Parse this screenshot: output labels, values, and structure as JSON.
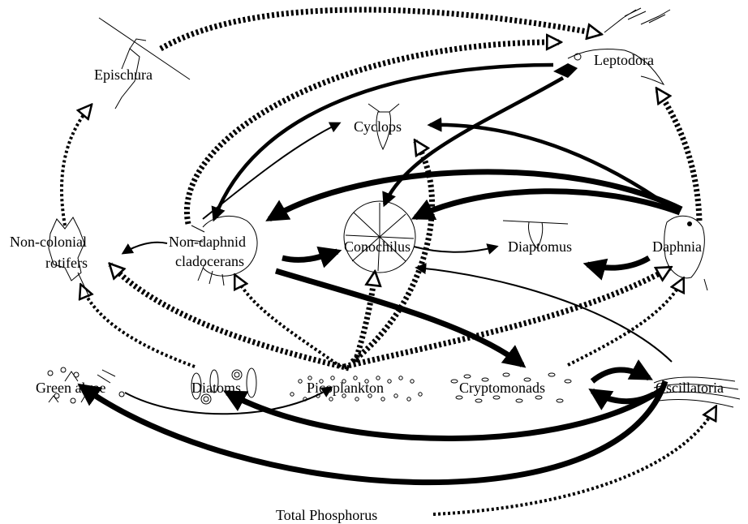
{
  "diagram": {
    "nodes": [
      {
        "id": "epischura",
        "label": "Epischura"
      },
      {
        "id": "leptodora",
        "label": "Leptodora"
      },
      {
        "id": "cyclops",
        "label": "Cyclops"
      },
      {
        "id": "non_colonial_rotifers",
        "label_line1": "Non-colonial",
        "label_line2": "rotifers"
      },
      {
        "id": "non_daphnid_cladocerans",
        "label_line1": "Non-daphnid",
        "label_line2": "cladocerans"
      },
      {
        "id": "conochilus",
        "label": "Conochilus"
      },
      {
        "id": "diaptomus",
        "label": "Diaptomus"
      },
      {
        "id": "daphnia",
        "label": "Daphnia"
      },
      {
        "id": "green_algae",
        "label": "Green algae"
      },
      {
        "id": "diatoms",
        "label": "Diatoms"
      },
      {
        "id": "picoplankton",
        "label": "Picoplankton"
      },
      {
        "id": "cryptomonads",
        "label": "Cryptomonads"
      },
      {
        "id": "oscillatoria",
        "label": "Oscillatoria"
      },
      {
        "id": "total_phosphorus",
        "label": "Total Phosphorus"
      }
    ],
    "edges": [
      {
        "from": "epischura",
        "to": "leptodora",
        "style": "dashed-thick",
        "head": "open"
      },
      {
        "from": "non_daphnid_cladocerans",
        "to": "leptodora",
        "style": "dashed-thick",
        "head": "open"
      },
      {
        "from": "non_colonial_rotifers",
        "to": "epischura",
        "style": "dashed",
        "head": "open"
      },
      {
        "from": "leptodora",
        "to": "non_daphnid_cladocerans",
        "style": "solid-thick",
        "head": "filled"
      },
      {
        "from": "leptodora",
        "to": "conochilus",
        "style": "solid-thick",
        "head": "filled"
      },
      {
        "from": "non_daphnid_cladocerans",
        "to": "cyclops",
        "style": "solid",
        "head": "filled"
      },
      {
        "from": "daphnia",
        "to": "cyclops",
        "style": "solid-thick",
        "head": "filled"
      },
      {
        "from": "daphnia",
        "to": "leptodora",
        "style": "dashed-thick",
        "head": "open"
      },
      {
        "from": "daphnia",
        "to": "non_daphnid_cladocerans",
        "style": "solid-heavy",
        "head": "filled"
      },
      {
        "from": "daphnia",
        "to": "conochilus",
        "style": "solid-heavy",
        "head": "filled"
      },
      {
        "from": "daphnia",
        "to": "diaptomus",
        "style": "solid-heavy",
        "head": "filled"
      },
      {
        "from": "non_daphnid_cladocerans",
        "to": "non_colonial_rotifers",
        "style": "solid",
        "head": "filled"
      },
      {
        "from": "non_daphnid_cladocerans",
        "to": "conochilus",
        "style": "solid-heavy",
        "head": "filled"
      },
      {
        "from": "conochilus",
        "to": "diaptomus",
        "style": "solid",
        "head": "filled"
      },
      {
        "from": "non_daphnid_cladocerans",
        "to": "cryptomonads",
        "style": "solid-heavy",
        "head": "filled"
      },
      {
        "from": "picoplankton",
        "to": "cyclops",
        "style": "dashed-thick",
        "head": "open"
      },
      {
        "from": "picoplankton",
        "to": "conochilus",
        "style": "dashed-thick",
        "head": "open"
      },
      {
        "from": "picoplankton",
        "to": "non_colonial_rotifers",
        "style": "dashed-thick",
        "head": "open"
      },
      {
        "from": "picoplankton",
        "to": "daphnia",
        "style": "dashed-thick",
        "head": "open"
      },
      {
        "from": "picoplankton",
        "to": "non_daphnid_cladocerans",
        "style": "dashed",
        "head": "open"
      },
      {
        "from": "diatoms",
        "to": "non_colonial_rotifers",
        "style": "dashed",
        "head": "open"
      },
      {
        "from": "cryptomonads",
        "to": "daphnia",
        "style": "dashed",
        "head": "open"
      },
      {
        "from": "cryptomonads",
        "to": "oscillatoria",
        "style": "solid-heavy",
        "head": "filled"
      },
      {
        "from": "oscillatoria",
        "to": "cryptomonads",
        "style": "solid-heavy",
        "head": "filled"
      },
      {
        "from": "oscillatoria",
        "to": "conochilus",
        "style": "solid",
        "head": "filled"
      },
      {
        "from": "oscillatoria",
        "to": "diatoms",
        "style": "solid-heavy",
        "head": "filled"
      },
      {
        "from": "oscillatoria",
        "to": "green_algae",
        "style": "solid-heavy",
        "head": "filled"
      },
      {
        "from": "green_algae",
        "to": "picoplankton",
        "style": "solid",
        "head": "filled"
      },
      {
        "from": "total_phosphorus",
        "to": "oscillatoria",
        "style": "dashed",
        "head": "open"
      }
    ]
  },
  "colors": {
    "ink": "#000000",
    "background": "#ffffff"
  }
}
